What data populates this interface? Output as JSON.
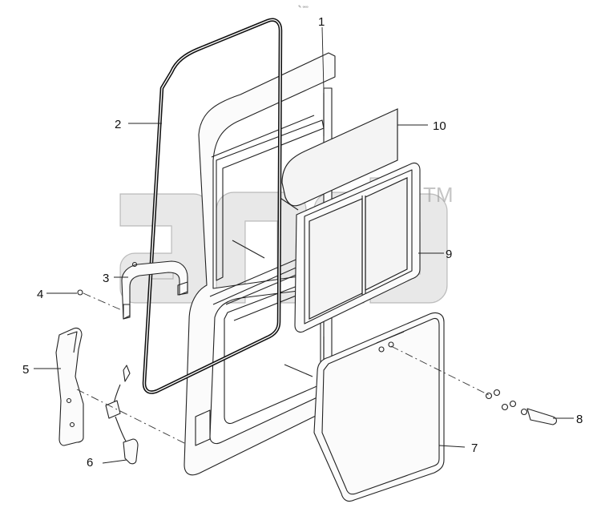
{
  "diagram": {
    "header_mark": "✎ ∞∞",
    "watermark_mark": "TM",
    "callouts": [
      {
        "id": "1",
        "text": "1"
      },
      {
        "id": "2",
        "text": "2"
      },
      {
        "id": "3",
        "text": "3"
      },
      {
        "id": "4",
        "text": "4"
      },
      {
        "id": "5",
        "text": "5"
      },
      {
        "id": "6",
        "text": "6"
      },
      {
        "id": "7",
        "text": "7"
      },
      {
        "id": "8",
        "text": "8"
      },
      {
        "id": "9",
        "text": "9"
      },
      {
        "id": "10",
        "text": "10"
      }
    ]
  }
}
